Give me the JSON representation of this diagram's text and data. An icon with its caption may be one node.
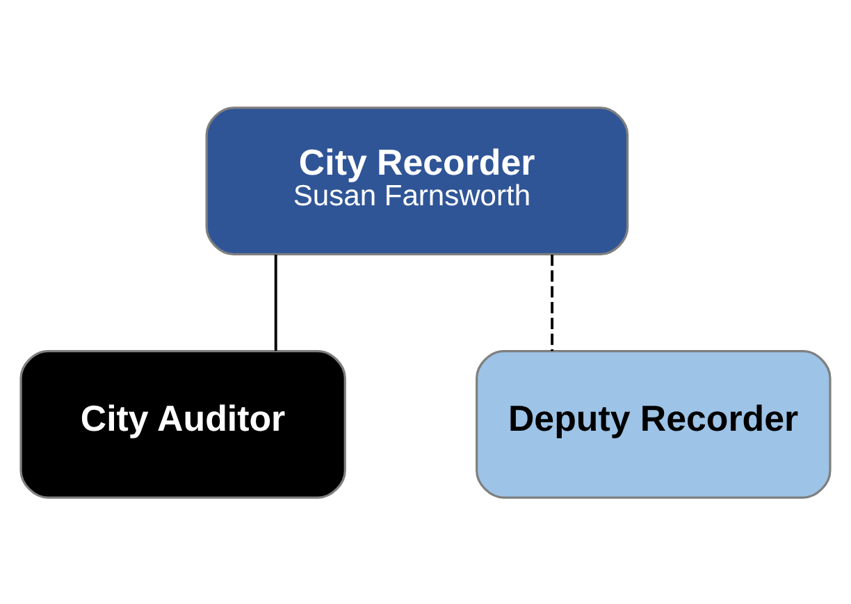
{
  "diagram": {
    "nodes": [
      {
        "text": [
          "City Recorder",
          "Susan Farnsworth"
        ]
      },
      {
        "text": [
          "City Auditor"
        ]
      },
      {
        "text": [
          "Deputy Recorder"
        ]
      }
    ],
    "edges": [
      {
        "from": 0,
        "to": 1,
        "arrow": "none"
      },
      {
        "from": 0,
        "to": 2,
        "arrow": "none",
        "style": "dashed"
      }
    ]
  }
}
